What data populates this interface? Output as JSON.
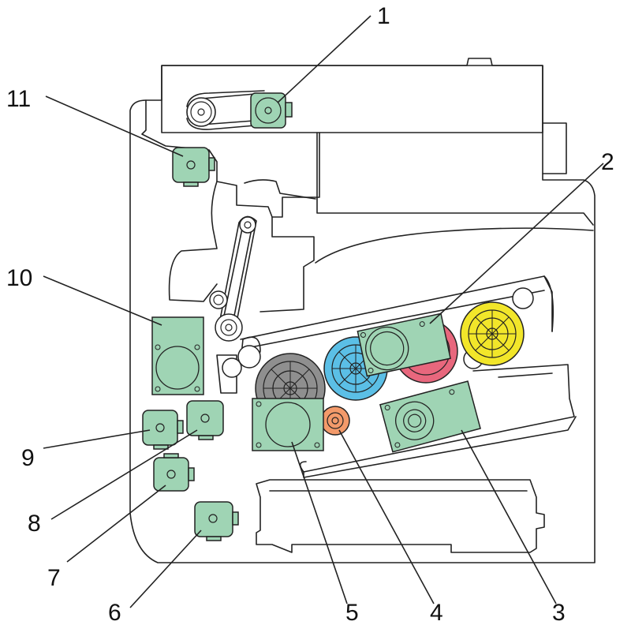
{
  "diagram": {
    "callouts": [
      {
        "id": "1",
        "label": "1"
      },
      {
        "id": "2",
        "label": "2"
      },
      {
        "id": "3",
        "label": "3"
      },
      {
        "id": "4",
        "label": "4"
      },
      {
        "id": "5",
        "label": "5"
      },
      {
        "id": "6",
        "label": "6"
      },
      {
        "id": "7",
        "label": "7"
      },
      {
        "id": "8",
        "label": "8"
      },
      {
        "id": "9",
        "label": "9"
      },
      {
        "id": "10",
        "label": "10"
      },
      {
        "id": "11",
        "label": "11"
      }
    ],
    "colors": {
      "motor": "#9fd4b4",
      "drum_black": "#8f8f8f",
      "drum_cyan": "#5bbfe6",
      "drum_magenta": "#e8677d",
      "drum_yellow": "#f2e62a",
      "gear_orange": "#f39a6a",
      "outline": "#222222"
    }
  }
}
